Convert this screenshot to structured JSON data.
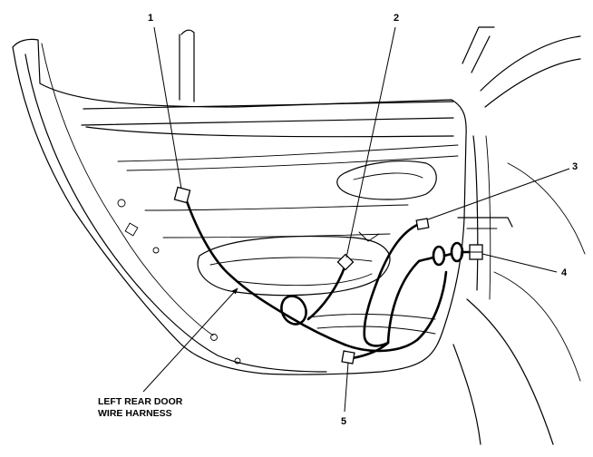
{
  "callouts": {
    "c1": "1",
    "c2": "2",
    "c3": "3",
    "c4": "4",
    "c5": "5"
  },
  "harness_label": {
    "line1": "LEFT REAR DOOR",
    "line2": "WIRE HARNESS"
  },
  "colors": {
    "stroke": "#000000",
    "background": "#ffffff"
  }
}
